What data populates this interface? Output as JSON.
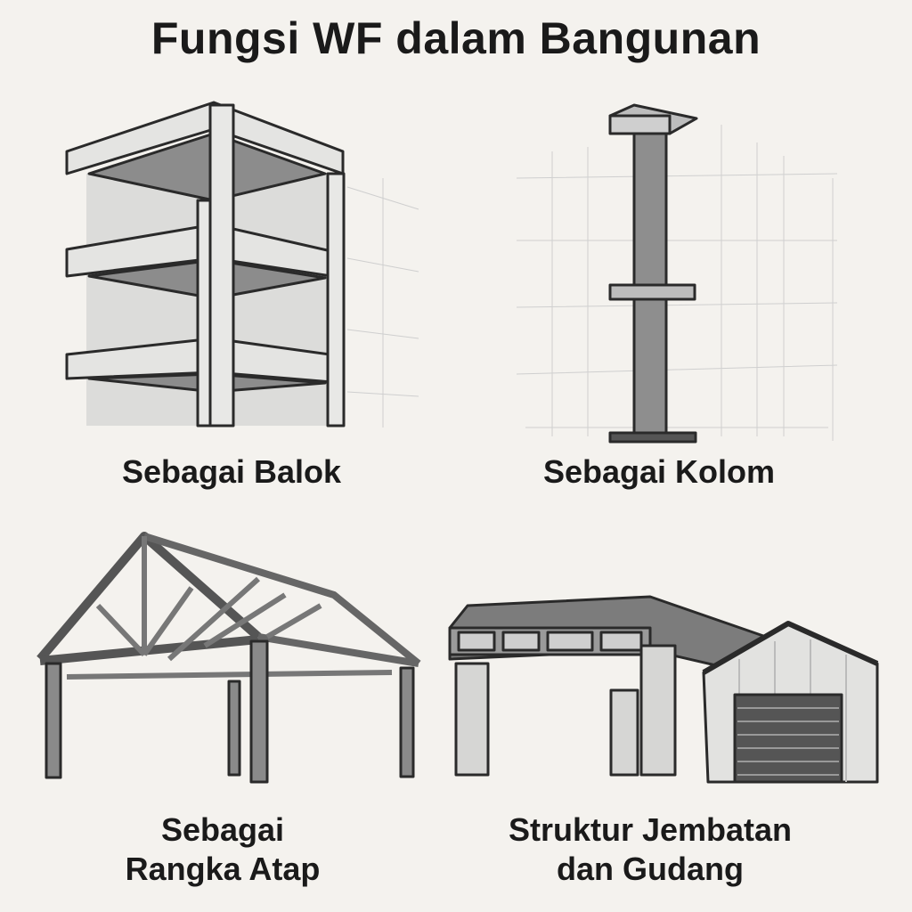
{
  "title": "Fungsi WF dalam Bangunan",
  "panels": [
    {
      "label": "Sebagai Balok"
    },
    {
      "label": "Sebagai Kolom"
    },
    {
      "label_line1": "Sebagai",
      "label_line2": "Rangka Atap"
    },
    {
      "label_line1": "Struktur Jembatan",
      "label_line2": "dan Gudang"
    }
  ],
  "colors": {
    "background": "#f4f2ee",
    "steel": "#8a8a8a",
    "steel_light": "#d4d4d2",
    "outline": "#2a2a2a"
  }
}
